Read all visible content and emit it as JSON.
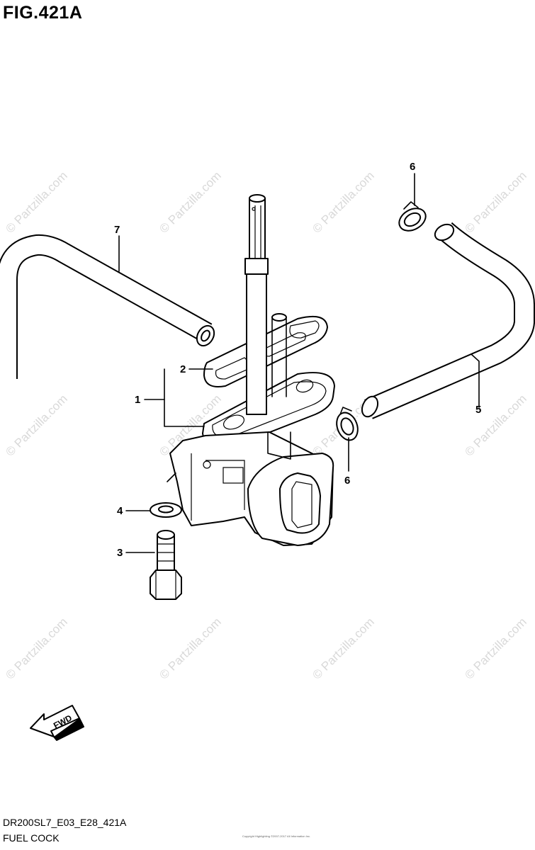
{
  "figure": {
    "title": "FIG.421A",
    "code": "DR200SL7_E03_E28_421A",
    "name": "FUEL COCK"
  },
  "watermark": "© Partzilla.com",
  "copyright_note": "Copyright Highlighting ©2007-2017 All Information Inc.",
  "fwd_label": "FWD",
  "callouts": {
    "c1": "1",
    "c2": "2",
    "c3": "3",
    "c4": "4",
    "c5": "5",
    "c6a": "6",
    "c6b": "6",
    "c7": "7"
  },
  "colors": {
    "line": "#000000",
    "watermark": "#d9d9d9",
    "background": "#ffffff"
  }
}
